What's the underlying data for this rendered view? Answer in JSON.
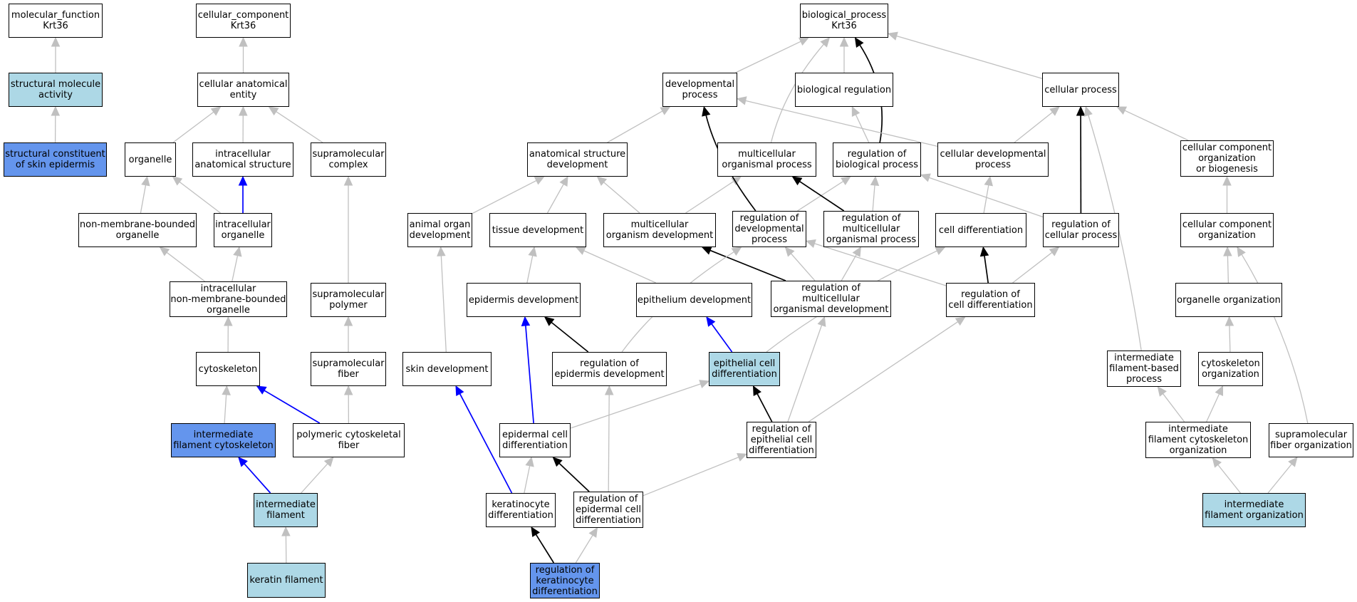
{
  "colors": {
    "default_fill": "#ffffff",
    "annotated_fill": "#add8e6",
    "direct_fill": "#6495ed",
    "edge_is_a": "#c0c0c0",
    "edge_part_of": "#0000ff",
    "edge_regulates": "#000000"
  },
  "nodes": {
    "mf_root": [
      "molecular_function",
      "Krt36"
    ],
    "struct_mol_activity": [
      "structural molecule",
      "activity"
    ],
    "struct_const_skin": [
      "structural constituent",
      "of skin epidermis"
    ],
    "cc_root": [
      "cellular_component",
      "Krt36"
    ],
    "cell_anat_entity": [
      "cellular anatomical",
      "entity"
    ],
    "organelle": [
      "organelle"
    ],
    "intracell_anat_struct": [
      "intracellular",
      "anatomical structure"
    ],
    "supramol_complex": [
      "supramolecular",
      "complex"
    ],
    "nonmem_organelle": [
      "non-membrane-bounded",
      "organelle"
    ],
    "intracell_organelle": [
      "intracellular",
      "organelle"
    ],
    "intracell_nonmem_organelle": [
      "intracellular",
      "non-membrane-bounded",
      "organelle"
    ],
    "supramol_polymer": [
      "supramolecular",
      "polymer"
    ],
    "cytoskeleton": [
      "cytoskeleton"
    ],
    "supramol_fiber": [
      "supramolecular",
      "fiber"
    ],
    "if_cytoskeleton": [
      "intermediate",
      "filament cytoskeleton"
    ],
    "polymeric_cyto_fiber": [
      "polymeric cytoskeletal",
      "fiber"
    ],
    "intermediate_filament": [
      "intermediate",
      "filament"
    ],
    "keratin_filament": [
      "keratin filament"
    ],
    "bp_root": [
      "biological_process",
      "Krt36"
    ],
    "dev_process": [
      "developmental",
      "process"
    ],
    "bio_reg": [
      "biological regulation"
    ],
    "cell_process": [
      "cellular process"
    ],
    "anat_struct_dev": [
      "anatomical structure",
      "development"
    ],
    "multicell_org_process": [
      "multicellular",
      "organismal process"
    ],
    "reg_bio_process": [
      "regulation of",
      "biological process"
    ],
    "cell_dev_process": [
      "cellular developmental",
      "process"
    ],
    "cc_org_biogenesis": [
      "cellular component",
      "organization",
      "or biogenesis"
    ],
    "animal_organ_dev": [
      "animal organ",
      "development"
    ],
    "tissue_dev": [
      "tissue development"
    ],
    "multicell_org_dev": [
      "multicellular",
      "organism development"
    ],
    "reg_dev_process": [
      "regulation of",
      "developmental",
      "process"
    ],
    "reg_multicell_org_process": [
      "regulation of",
      "multicellular",
      "organismal process"
    ],
    "cell_diff": [
      "cell differentiation"
    ],
    "reg_cell_process": [
      "regulation of",
      "cellular process"
    ],
    "cc_org": [
      "cellular component",
      "organization"
    ],
    "epidermis_dev": [
      "epidermis development"
    ],
    "epithelium_dev": [
      "epithelium development"
    ],
    "reg_multicell_org_dev": [
      "regulation of",
      "multicellular",
      "organismal development"
    ],
    "reg_cell_diff": [
      "regulation of",
      "cell differentiation"
    ],
    "organelle_org": [
      "organelle organization"
    ],
    "skin_dev": [
      "skin development"
    ],
    "reg_epidermis_dev": [
      "regulation of",
      "epidermis development"
    ],
    "epithelial_cell_diff": [
      "epithelial cell",
      "differentiation"
    ],
    "if_based_process": [
      "intermediate",
      "filament-based",
      "process"
    ],
    "cyto_org": [
      "cytoskeleton",
      "organization"
    ],
    "epidermal_cell_diff": [
      "epidermal cell",
      "differentiation"
    ],
    "reg_epithelial_cell_diff": [
      "regulation of",
      "epithelial cell",
      "differentiation"
    ],
    "if_cyto_org": [
      "intermediate",
      "filament cytoskeleton",
      "organization"
    ],
    "supramol_fiber_org": [
      "supramolecular",
      "fiber organization"
    ],
    "keratinocyte_diff": [
      "keratinocyte",
      "differentiation"
    ],
    "reg_epidermal_cell_diff": [
      "regulation of",
      "epidermal cell",
      "differentiation"
    ],
    "if_org": [
      "intermediate",
      "filament organization"
    ],
    "reg_keratinocyte_diff": [
      "regulation of",
      "keratinocyte",
      "differentiation"
    ]
  }
}
